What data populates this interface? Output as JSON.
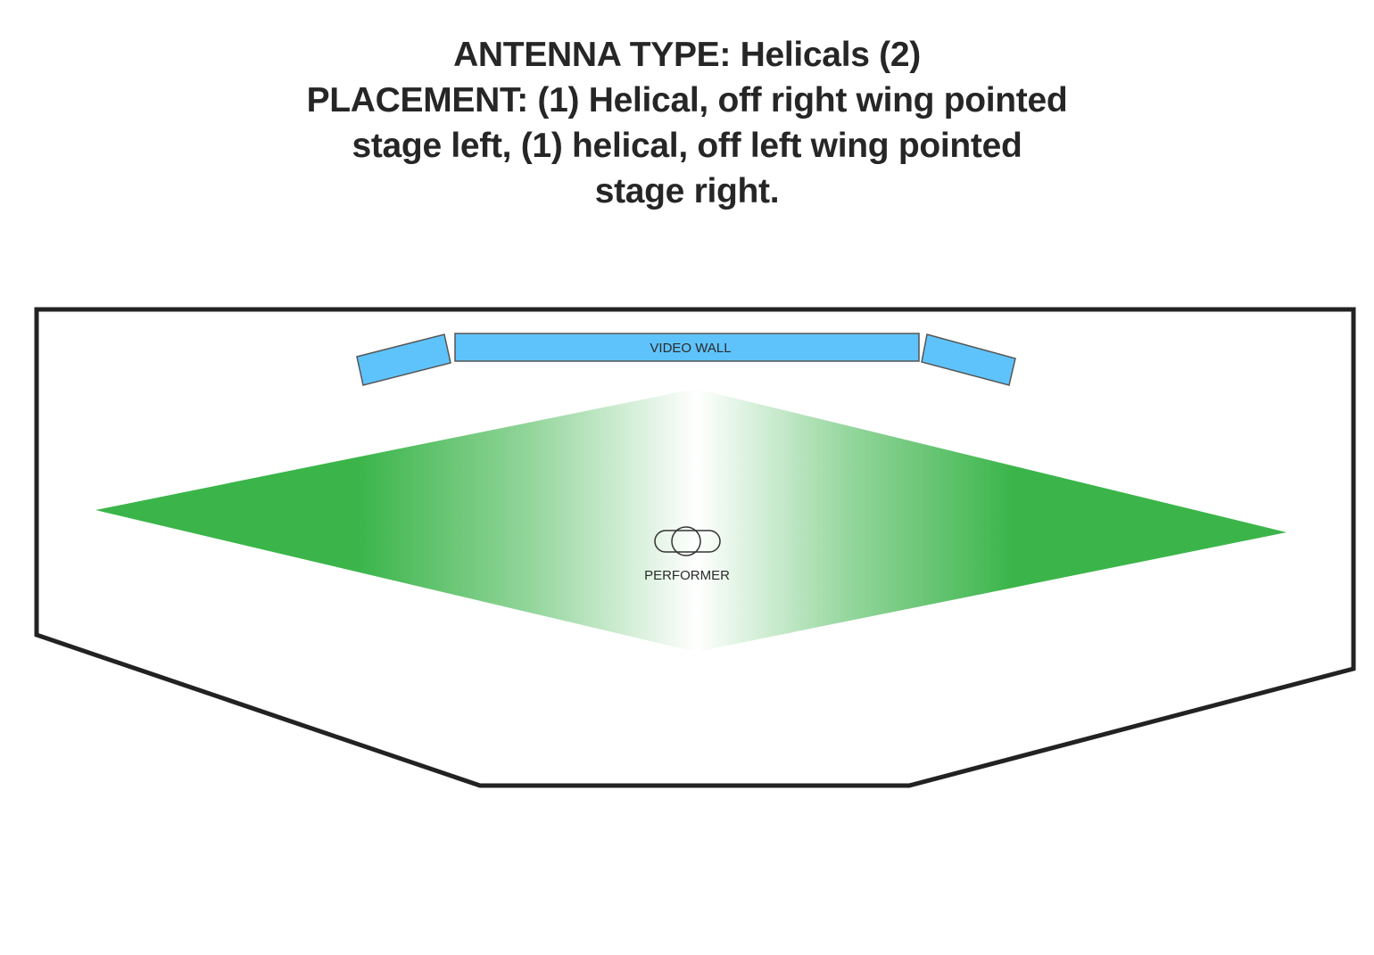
{
  "title": {
    "lines": [
      "ANTENNA TYPE: Helicals (2)",
      "PLACEMENT: (1) Helical, off right wing pointed",
      "stage left, (1) helical, off left wing pointed",
      "stage right."
    ]
  },
  "diagram": {
    "video_wall_label": "VIDEO WALL",
    "performer_label": "PERFORMER",
    "colors": {
      "stage_outline": "#222222",
      "video_wall_fill": "#5fc3fb",
      "video_wall_stroke": "#555555",
      "coverage_green": "#3bb54a",
      "coverage_center": "#ffffff",
      "text": "#262626"
    }
  }
}
